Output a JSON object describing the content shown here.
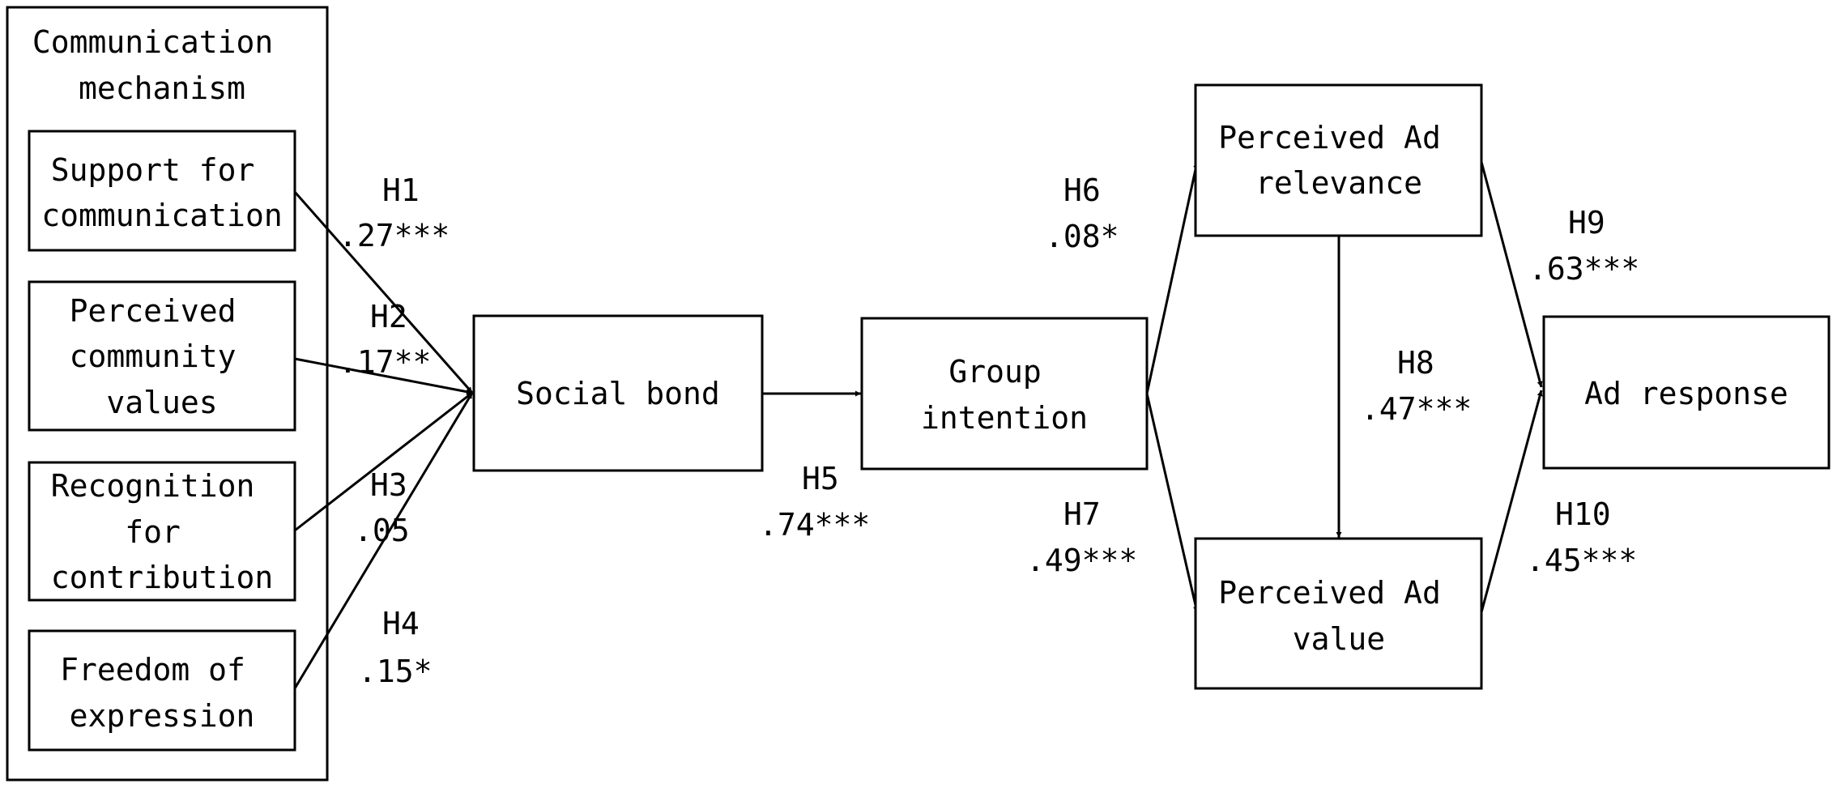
{
  "group": {
    "title_lines": [
      "Communication",
      "mechanism"
    ]
  },
  "nodes": {
    "support": {
      "lines": [
        "Support for",
        "communication"
      ]
    },
    "community": {
      "lines": [
        "Perceived",
        "community",
        "values"
      ]
    },
    "recognition": {
      "lines": [
        "Recognition",
        "for",
        "contribution"
      ]
    },
    "freedom": {
      "lines": [
        "Freedom of",
        "expression"
      ]
    },
    "social_bond": {
      "lines": [
        "Social bond"
      ]
    },
    "group_intention": {
      "lines": [
        "Group",
        "intention"
      ]
    },
    "ad_relevance": {
      "lines": [
        "Perceived Ad",
        "relevance"
      ]
    },
    "ad_value": {
      "lines": [
        "Perceived Ad",
        "value"
      ]
    },
    "ad_response": {
      "lines": [
        "Ad response"
      ]
    }
  },
  "paths": {
    "H1": {
      "label": "H1",
      "coef": ".27***"
    },
    "H2": {
      "label": "H2",
      "coef": ".17**"
    },
    "H3": {
      "label": "H3",
      "coef": ".05"
    },
    "H4": {
      "label": "H4",
      "coef": ".15*"
    },
    "H5": {
      "label": "H5",
      "coef": ".74***"
    },
    "H6": {
      "label": "H6",
      "coef": ".08*"
    },
    "H7": {
      "label": "H7",
      "coef": ".49***"
    },
    "H8": {
      "label": "H8",
      "coef": ".47***"
    },
    "H9": {
      "label": "H9",
      "coef": ".63***"
    },
    "H10": {
      "label": "H10",
      "coef": ".45***"
    }
  }
}
